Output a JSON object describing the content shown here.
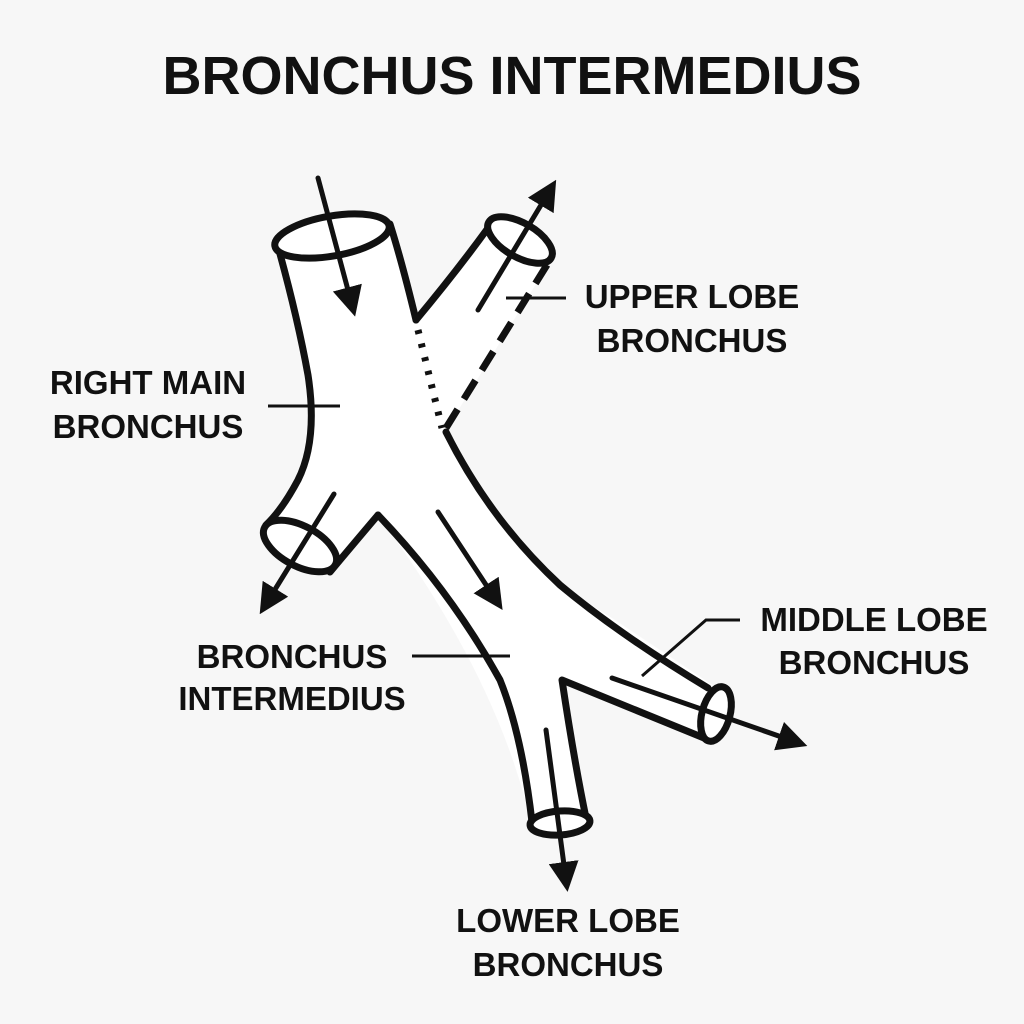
{
  "title": "BRONCHUS INTERMEDIUS",
  "labels": {
    "right_main": [
      "RIGHT MAIN",
      "BRONCHUS"
    ],
    "upper_lobe": [
      "UPPER LOBE",
      "BRONCHUS"
    ],
    "intermedius": [
      "BRONCHUS",
      "INTERMEDIUS"
    ],
    "middle_lobe": [
      "MIDDLE LOBE",
      "BRONCHUS"
    ],
    "lower_lobe": [
      "LOWER LOBE",
      "BRONCHUS"
    ]
  },
  "colors": {
    "ink": "#111111",
    "background": "#f7f7f7",
    "tube": "#ffffff"
  }
}
